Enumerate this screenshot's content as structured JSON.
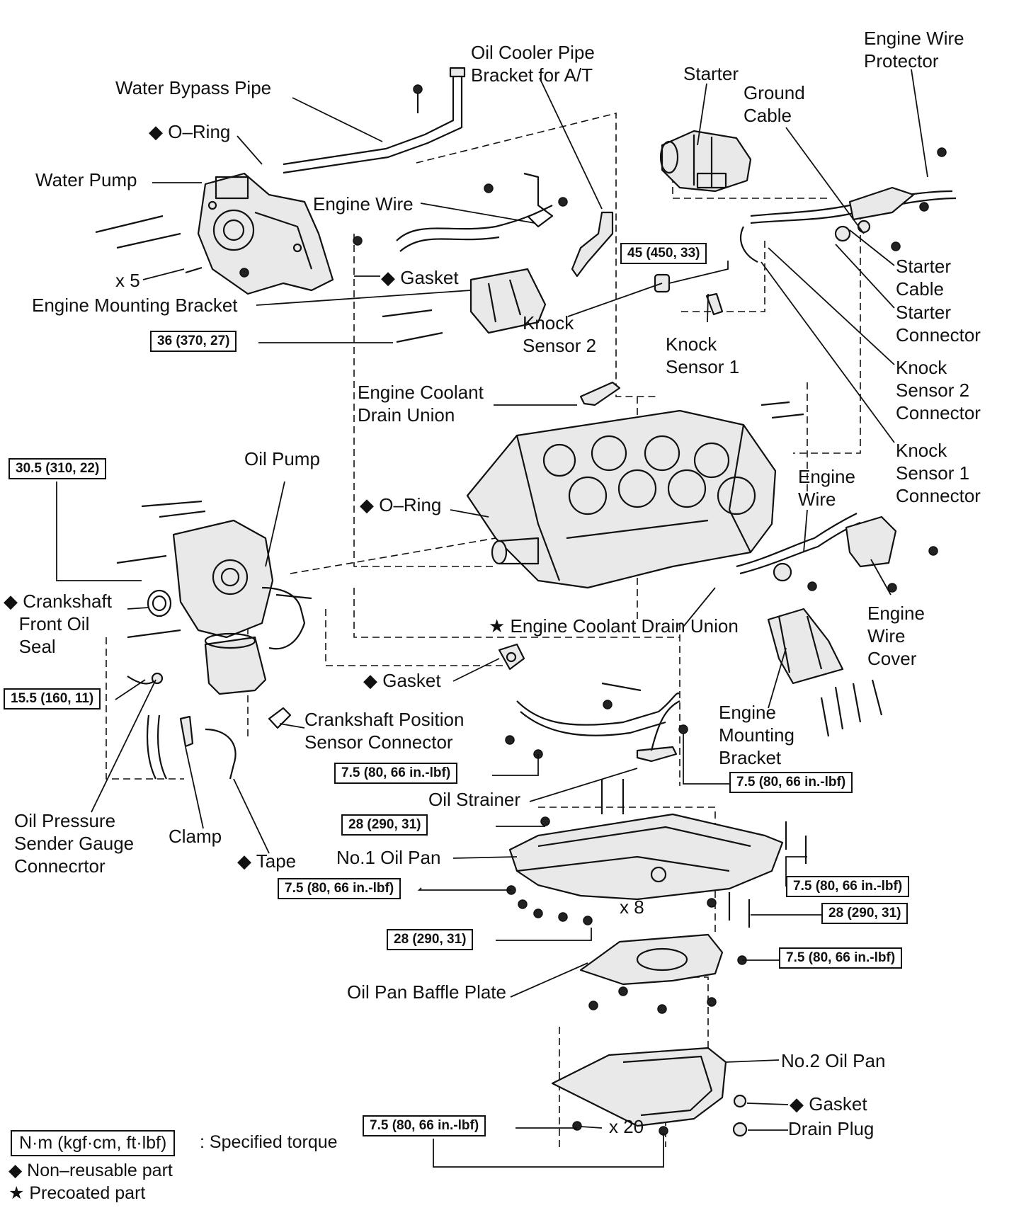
{
  "labels": {
    "water_bypass_pipe": "Water Bypass Pipe",
    "o_ring_top": "◆ O–Ring",
    "water_pump": "Water Pump",
    "x5": "x 5",
    "engine_mounting_bracket_left": "Engine Mounting Bracket",
    "oil_cooler_pipe_bracket": "Oil Cooler Pipe\nBracket for A/T",
    "engine_wire_top": "Engine Wire",
    "gasket_top": "◆ Gasket",
    "starter": "Starter",
    "ground_cable": "Ground\nCable",
    "engine_wire_protector": "Engine Wire\nProtector",
    "starter_cable": "Starter\nCable",
    "starter_connector": "Starter\nConnector",
    "knock_sensor_2": "Knock\nSensor 2",
    "knock_sensor_1": "Knock\nSensor 1",
    "knock_sensor_2_connector": "Knock\nSensor 2\nConnector",
    "knock_sensor_1_connector": "Knock\nSensor 1\nConnector",
    "engine_coolant_drain_union": "Engine Coolant\nDrain Union",
    "oil_pump": "Oil Pump",
    "o_ring_mid": "◆ O–Ring",
    "engine_wire_right": "Engine\nWire",
    "crankshaft_front_oil_seal": "◆ Crankshaft\n   Front Oil\n   Seal",
    "engine_coolant_drain_union_star": "★ Engine Coolant Drain Union",
    "engine_wire_cover": "Engine\nWire\nCover",
    "gasket_mid": "◆ Gasket",
    "crankshaft_position_sensor_connector": "Crankshaft Position\nSensor Connector",
    "engine_mounting_bracket_right": "Engine\nMounting\nBracket",
    "oil_pressure_sender": "Oil Pressure\nSender Gauge\nConnecrtor",
    "clamp": "Clamp",
    "tape": "◆ Tape",
    "oil_strainer": "Oil Strainer",
    "no1_oil_pan": "No.1 Oil Pan",
    "x8": "x 8",
    "oil_pan_baffle_plate": "Oil Pan Baffle Plate",
    "no2_oil_pan": "No.2 Oil Pan",
    "gasket_drain": "◆ Gasket",
    "drain_plug": "Drain Plug",
    "x20": "x 20"
  },
  "torques": {
    "t45": "45 (450, 33)",
    "t36": "36 (370, 27)",
    "t30_5": "30.5 (310, 22)",
    "t15_5": "15.5 (160, 11)",
    "t7_5_strainer_left": "7.5 (80, 66 in.-lbf)",
    "t7_5_strainer_right": "7.5 (80, 66 in.-lbf)",
    "t28_pan_top": "28 (290, 31)",
    "t7_5_pan_left": "7.5 (80, 66 in.-lbf)",
    "t7_5_pan_right": "7.5 (80, 66 in.-lbf)",
    "t28_pan_right": "28 (290, 31)",
    "t28_baffle": "28 (290, 31)",
    "t7_5_baffle": "7.5 (80, 66 in.-lbf)",
    "t7_5_no2": "7.5 (80, 66 in.-lbf)"
  },
  "legend": {
    "torque_box": "N·m (kgf·cm, ft·lbf)",
    "torque_text": ": Specified torque",
    "non_reusable": "◆ Non–reusable part",
    "precoated": "★ Precoated part"
  }
}
